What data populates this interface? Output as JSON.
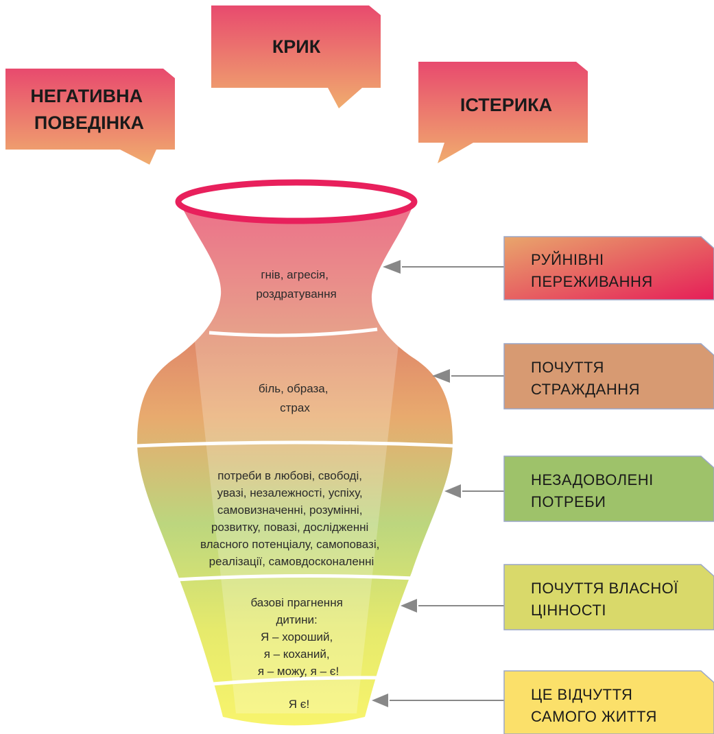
{
  "bubbles": [
    {
      "id": "negative",
      "lines": [
        "НЕГАТИВНА",
        "ПОВЕДІНКА"
      ]
    },
    {
      "id": "shout",
      "lines": [
        "КРИК"
      ]
    },
    {
      "id": "hysteria",
      "lines": [
        "ІСТЕРИКА"
      ]
    }
  ],
  "layers": [
    {
      "id": "anger",
      "lines": [
        "гнів, агресія,",
        "роздратування"
      ]
    },
    {
      "id": "pain",
      "lines": [
        "біль, образа,",
        "страх"
      ]
    },
    {
      "id": "needs",
      "lines": [
        "потреби в любові, свободі,",
        "увазі, незалежності, успіху,",
        "самовизначенні, розумінні,",
        "розвитку, повазі, дослідженні",
        "власного потенціалу, самоповазі,",
        "реалізації, самовдосконаленні"
      ]
    },
    {
      "id": "strivings",
      "lines": [
        "базові прагнення",
        "дитини:",
        "Я – хороший,",
        "я – коханий,",
        "я – можу, я – є!"
      ]
    },
    {
      "id": "i-am",
      "lines": [
        "Я є!"
      ]
    }
  ],
  "labels": [
    {
      "id": "destructive",
      "lines": [
        "РУЙНІВНІ",
        "ПЕРЕЖИВАННЯ"
      ],
      "color_from": "#e8a66c",
      "color_to": "#e61e58"
    },
    {
      "id": "suffering",
      "lines": [
        "ПОЧУТТЯ",
        "СТРАЖДАННЯ"
      ],
      "color_from": "#d79a72",
      "color_to": "#d79a72"
    },
    {
      "id": "unmet-needs",
      "lines": [
        "НЕЗАДОВОЛЕНІ",
        "ПОТРЕБИ"
      ],
      "color_from": "#9ec26a",
      "color_to": "#9ec26a"
    },
    {
      "id": "self-worth",
      "lines": [
        "ПОЧУТТЯ ВЛАСНОЇ",
        "ЦІННОСТІ"
      ],
      "color_from": "#d9d96a",
      "color_to": "#d9d96a"
    },
    {
      "id": "life",
      "lines": [
        "ЦЕ ВІДЧУТТЯ",
        "САМОГО ЖИТТЯ"
      ],
      "color_from": "#fbe06a",
      "color_to": "#fbe06a"
    }
  ],
  "colors": {
    "vase_top": "#e8446a",
    "vase_mid": "#e8a46a",
    "vase_green": "#b8d67c",
    "vase_bottom": "#f8f46c",
    "bubble_top": "#e84a6e",
    "bubble_bottom": "#f0ac6e",
    "arrow": "#888888"
  }
}
